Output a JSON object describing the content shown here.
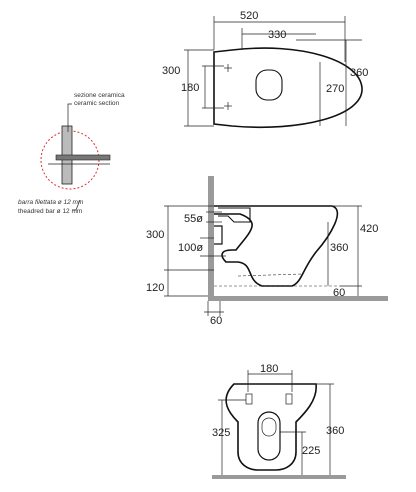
{
  "top_view": {
    "overall_width": "520",
    "fixing_spacing": "330",
    "depth": "300",
    "holes_offset": "180",
    "right_depth": "270",
    "right_height": "360"
  },
  "section_detail": {
    "label_it": "sezione ceramica",
    "label_en": "ceramic section",
    "bar_it": "barra filettata ø 12 mm",
    "bar_en": "theadred bar ø 12 mm"
  },
  "side_view": {
    "inlet_diameter": "55ø",
    "outlet_diameter": "100ø",
    "height_left": "300",
    "height_mid": "360",
    "height_total": "420",
    "floor_gap": "120",
    "front_offset": "60",
    "bottom_offset": "60"
  },
  "front_view": {
    "fixing_spacing": "180",
    "height_left": "325",
    "height_right": "360",
    "outlet_height": "225"
  }
}
